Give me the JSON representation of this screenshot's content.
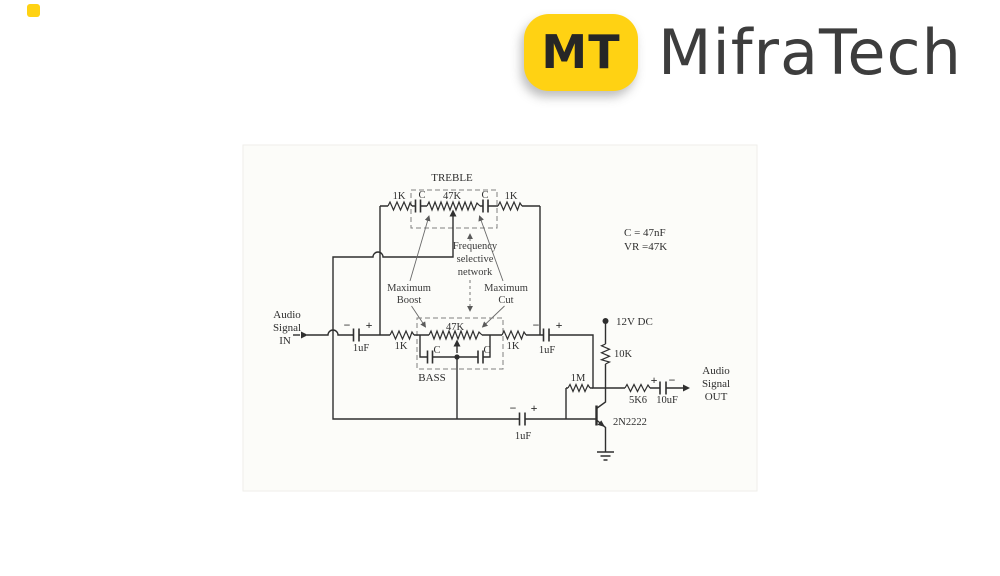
{
  "accent_color": "#FFD213",
  "brand": {
    "badge_text": "MT",
    "name": "MifraTech",
    "badge_color": "#FFD213",
    "name_color": "#3D3D3D"
  },
  "schematic": {
    "sections": {
      "treble": "TREBLE",
      "bass": "BASS"
    },
    "io": {
      "in_lines": [
        "Audio",
        "Signal",
        "IN"
      ],
      "out_lines": [
        "Audio",
        "Signal",
        "OUT"
      ]
    },
    "supply": {
      "label": "12V DC"
    },
    "resistors": {
      "treble_left": "1K",
      "treble_right": "1K",
      "treble_pot": "47K",
      "bass_left": "1K",
      "bass_right": "1K",
      "bass_pot": "47K",
      "collector": "10K",
      "feedback": "1M",
      "output": "5K6"
    },
    "capacitors": {
      "treble_cap_left": "C",
      "treble_cap_right": "C",
      "bass_cap_left": "C",
      "bass_cap_right": "C",
      "input_cap": "1uF",
      "mid_cap": "1uF",
      "base_cap": "1uF",
      "output_cap": "10uF"
    },
    "polarity": {
      "plus": "+",
      "minus": "−"
    },
    "transistor": {
      "label": "2N2222"
    },
    "annotations": {
      "max_boost_lines": [
        "Maximum",
        "Boost"
      ],
      "max_cut_lines": [
        "Maximum",
        "Cut"
      ],
      "freq_net_lines": [
        "Frequency",
        "selective",
        "network"
      ],
      "note_c": "C = 47nF",
      "note_vr": "VR =47K"
    }
  }
}
